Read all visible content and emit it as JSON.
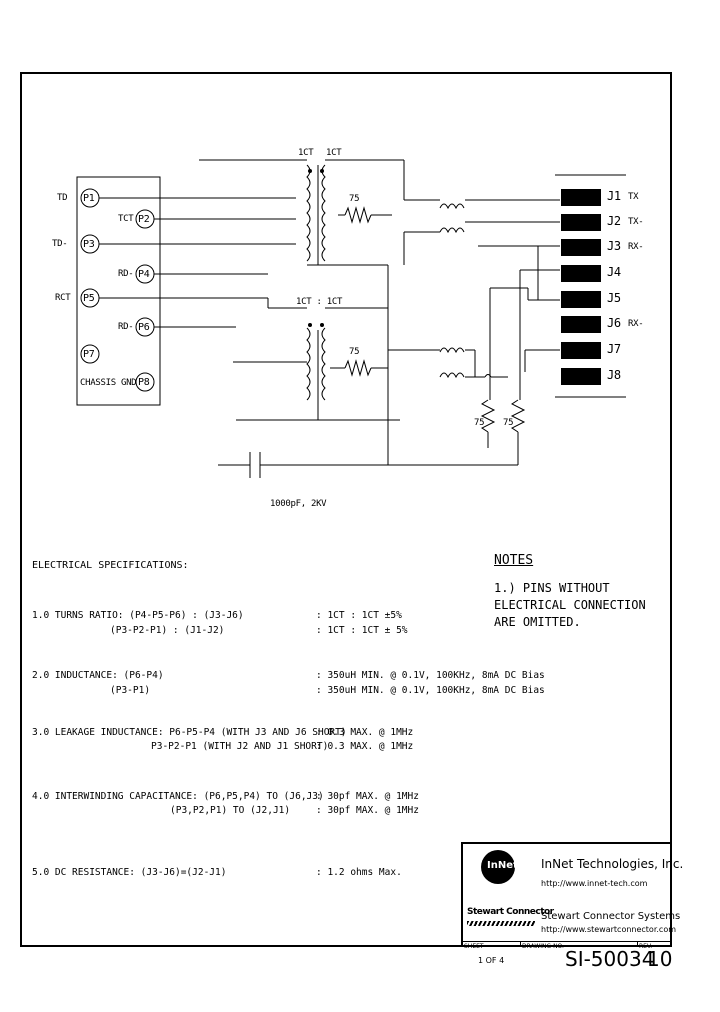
{
  "schematic": {
    "p_labels": [
      "P1",
      "P3",
      "P2",
      "P4",
      "P5",
      "P6",
      "P7",
      "P8"
    ],
    "side_labels": {
      "td_plus": "TD",
      "td_minus": "TD-",
      "rct": "RCT",
      "rd_plus": "RD-",
      "rd_minus": "RD-",
      "tct": "TCT",
      "chassis": "CHASSIS GND"
    },
    "turns": [
      "1CT",
      "1CT",
      "1CT : 1CT"
    ],
    "resistor_top": "75",
    "resistor_mid": "75",
    "resistor_bot1": "75",
    "resistor_bot2": "75",
    "cap_label": "1000pF, 2KV",
    "j_pins": [
      "J1",
      "J2",
      "J3",
      "J4",
      "J5",
      "J6",
      "J7",
      "J8"
    ],
    "j_signals": {
      "j1": "TX",
      "j2": "TX-",
      "j3": "RX-",
      "j6": "RX-"
    }
  },
  "electrical": {
    "heading": "ELECTRICAL SPECIFICATIONS:",
    "rows": [
      {
        "label": "1.0 TURNS RATIO: (P4-P5-P6) : (J3-J6)",
        "value": ": 1CT : 1CT ±5%"
      },
      {
        "label": "(P3-P2-P1) : (J1-J2)",
        "value": ": 1CT : 1CT ± 5%"
      },
      {
        "label": "2.0 INDUCTANCE: (P6-P4)",
        "value": ": 350uH MIN. @ 0.1V, 100KHz, 8mA DC Bias"
      },
      {
        "label": "(P3-P1)",
        "value": ": 350uH MIN. @ 0.1V, 100KHz, 8mA DC Bias"
      },
      {
        "label": "3.0 LEAKAGE INDUCTANCE: P6-P5-P4 (WITH J3 AND J6 SHORT)",
        "value": ": 0.3 MAX. @ 1MHz"
      },
      {
        "label": "P3-P2-P1 (WITH J2 AND J1 SHORT)",
        "value": ": 0.3 MAX. @ 1MHz"
      },
      {
        "label": "4.0 INTERWINDING CAPACITANCE: (P6,P5,P4) TO (J6,J3)",
        "value": ": 30pf MAX. @ 1MHz"
      },
      {
        "label": "(P3,P2,P1) TO (J2,J1)",
        "value": ": 30pf MAX. @ 1MHz"
      },
      {
        "label": "5.0 DC RESISTANCE: (J3-J6)=(J2-J1)",
        "value": ": 1.2 ohms Max."
      }
    ]
  },
  "notes": {
    "title": "NOTES",
    "body": "1.) PINS WITHOUT ELECTRICAL CONNECTION ARE OMITTED."
  },
  "title_block": {
    "logo_text": "InNet",
    "company": "InNet Technologies, Inc.",
    "company_url": "http://www.innet-tech.com",
    "stewart_logo": "Stewart Connector",
    "stewart_name": "Stewart Connector Systems",
    "stewart_url": "http://www.stewartconnector.com",
    "sheet_label": "SHEET",
    "sheet_value": "1 OF 4",
    "drawing_label": "DRAWING NO.",
    "drawing_no": "SI-50034",
    "rev_label": "REV.",
    "rev": "10"
  }
}
